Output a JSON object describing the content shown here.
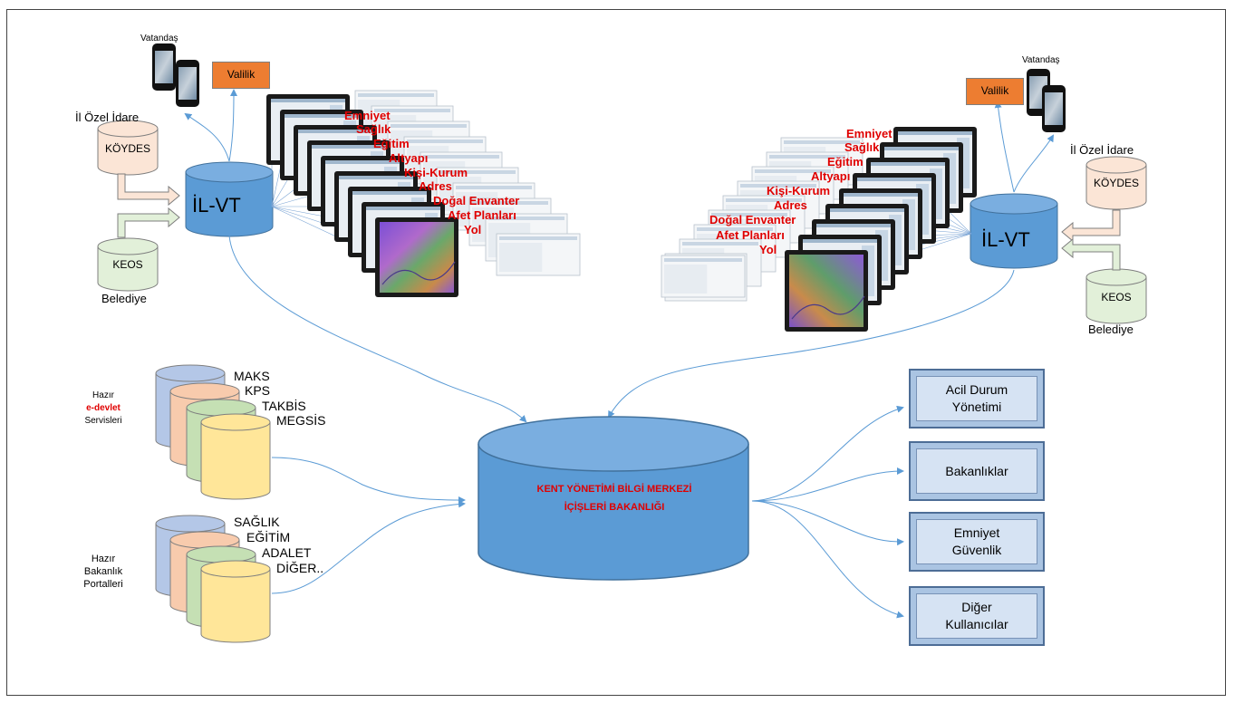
{
  "left_group": {
    "citizen_label": "Vatandaş",
    "governorship_label": "Valilik",
    "special_admin_label": "İl Özel İdare",
    "koydes_label": "KÖYDES",
    "keos_label": "KEOS",
    "municipality_label": "Belediye",
    "ilvt_label": "İL-VT",
    "layers": [
      "Emniyet",
      "Sağlık",
      "Eğitim",
      "Altyapı",
      "Kişi-Kurum",
      "Adres",
      "Doğal Envanter",
      "Afet Planları",
      "Yol"
    ]
  },
  "right_group": {
    "citizen_label": "Vatandaş",
    "governorship_label": "Valilik",
    "special_admin_label": "İl Özel İdare",
    "koydes_label": "KÖYDES",
    "keos_label": "KEOS",
    "municipality_label": "Belediye",
    "ilvt_label": "İL-VT",
    "layers": [
      "Emniyet",
      "Sağlık",
      "Eğitim",
      "Altyapı",
      "Kişi-Kurum",
      "Adres",
      "Doğal Envanter",
      "Afet Planları",
      "Yol"
    ]
  },
  "edevlet_services": {
    "caption_top": "Hazır",
    "caption_mid": "e-devlet",
    "caption_bottom": "Servisleri",
    "items": [
      "MAKS",
      "KPS",
      "TAKBİS",
      "MEGSİS"
    ]
  },
  "ministry_portals": {
    "caption_top": "Hazır",
    "caption_mid": "Bakanlık",
    "caption_bottom": "Portalleri",
    "items": [
      "SAĞLIK",
      "EĞİTİM",
      "ADALET",
      "DİĞER.."
    ]
  },
  "central_db": {
    "line1": "KENT YÖNETİMİ BİLGİ MERKEZİ",
    "line2": "İÇİŞLERİ BAKANLIĞI"
  },
  "outputs": [
    "Acil Durum\nYönetimi",
    "Bakanlıklar",
    "Emniyet\nGüvenlik",
    "Diğer\nKullanıcılar"
  ],
  "colors": {
    "ilvt_fill": "#5b9bd5",
    "koydes_fill": "#fbe5d6",
    "keos_fill": "#e2f0d9",
    "valilik_fill": "#ed7d31",
    "layer_text": "#e00000",
    "connector": "#5b9bd5",
    "db_grey": "#b4c7e7",
    "db_peach": "#f8cbad",
    "db_green": "#c5e0b4",
    "db_yellow": "#ffe699"
  }
}
